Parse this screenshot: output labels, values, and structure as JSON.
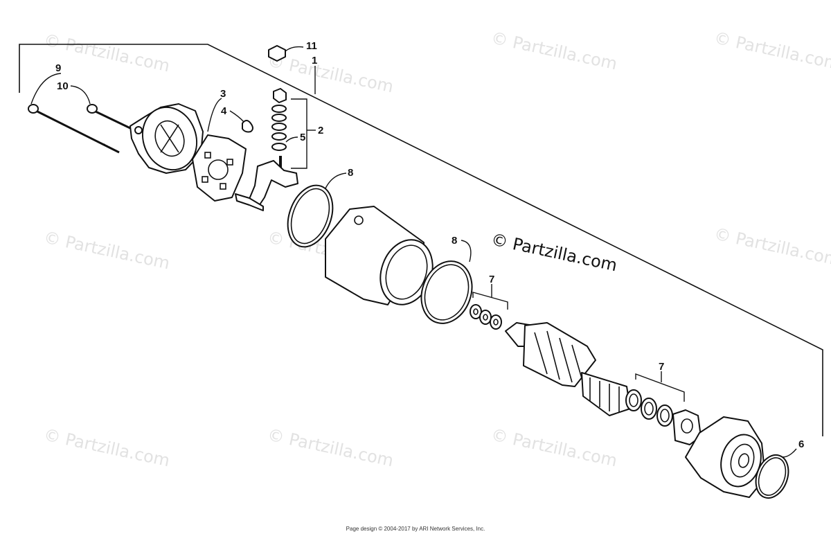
{
  "diagram": {
    "callouts": [
      {
        "id": "11",
        "label": "11"
      },
      {
        "id": "1",
        "label": "1"
      },
      {
        "id": "9",
        "label": "9"
      },
      {
        "id": "10",
        "label": "10"
      },
      {
        "id": "3",
        "label": "3"
      },
      {
        "id": "4",
        "label": "4"
      },
      {
        "id": "2",
        "label": "2"
      },
      {
        "id": "5",
        "label": "5"
      },
      {
        "id": "8a",
        "label": "8"
      },
      {
        "id": "8b",
        "label": "8"
      },
      {
        "id": "7a",
        "label": "7"
      },
      {
        "id": "7b",
        "label": "7"
      },
      {
        "id": "6",
        "label": "6"
      }
    ]
  },
  "watermark": {
    "text": "© Partzilla.com",
    "main_text": "© Partzilla.com"
  },
  "footer": {
    "text": "Page design © 2004-2017 by ARI Network Services, Inc."
  }
}
